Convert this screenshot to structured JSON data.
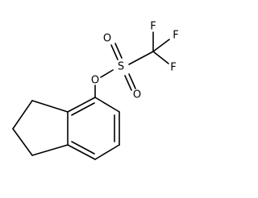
{
  "molecule": {
    "atoms": {
      "sulfur": "S",
      "ester_oxygen": "O",
      "sulfonyl_oxygen_upper": "O",
      "sulfonyl_oxygen_lower": "O",
      "fluorine_top": "F",
      "fluorine_right": "F",
      "fluorine_middle": "F"
    }
  }
}
